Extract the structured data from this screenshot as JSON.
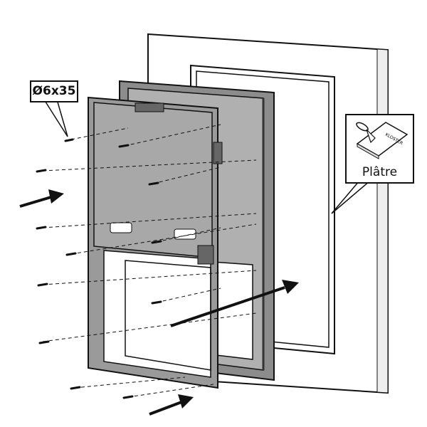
{
  "screw_spec": "Ø6x35",
  "material": {
    "label": "Plâtre",
    "bag_text": "KLOSTER"
  },
  "colors": {
    "panel": "#a4a4a4",
    "frame": "#8c8c8c",
    "line": "#111111"
  }
}
